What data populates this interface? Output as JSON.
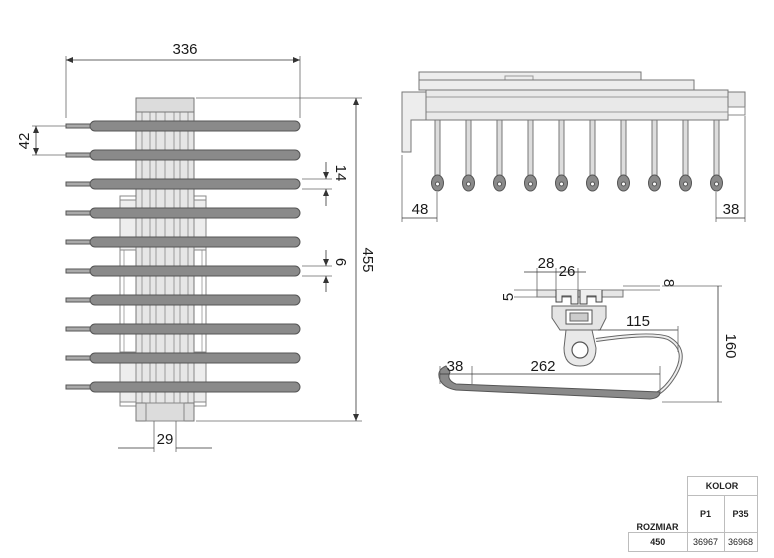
{
  "front_view": {
    "width": "336",
    "height": "455",
    "rod_pitch": "42",
    "rod_dia": "14",
    "rod_gap": "6",
    "base_width": "29"
  },
  "side_view": {
    "left_offset": "48",
    "right_offset": "38"
  },
  "profile_view": {
    "slot_a": "28",
    "slot_b": "26",
    "plate_thickness": "5",
    "top_gap": "8",
    "arm_reach": "115",
    "rod_length": "262",
    "rod_end": "38",
    "total_height": "160"
  },
  "table": {
    "group_header": "KOLOR",
    "row_header": "ROZMIAR",
    "columns": [
      "P1",
      "P35"
    ],
    "rows": [
      {
        "size": "450",
        "codes": [
          "36967",
          "36968"
        ]
      }
    ]
  }
}
